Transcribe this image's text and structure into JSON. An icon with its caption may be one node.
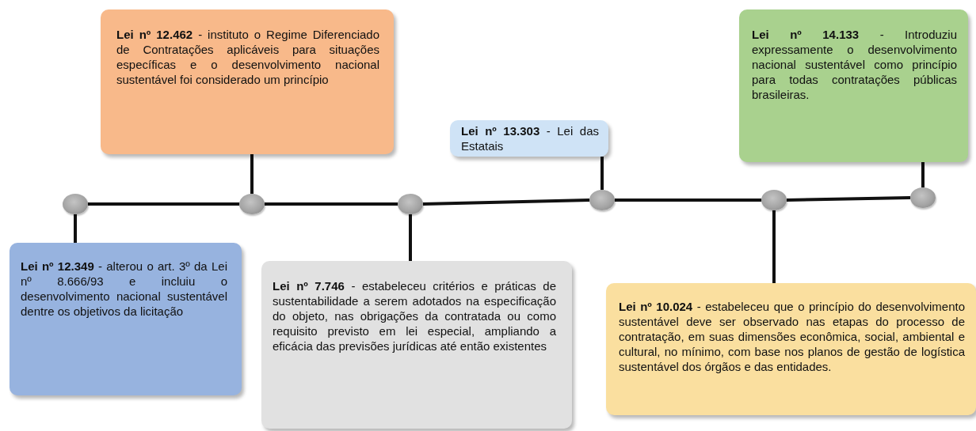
{
  "diagram": {
    "nodes": [
      {
        "text": [
          "**Lei nº 12.349** - alterou o art. 3º da Lei nº 8.666/93 e incluiu o desenvolvimento nacional sustentável dentre os objetivos da licitação"
        ]
      },
      {
        "text": [
          "**Lei nº 12.462** - instituto o Regime Diferenciado de Contratações aplicáveis para situações específicas e o desenvolvimento nacional sustentável foi considerado um princípio"
        ]
      },
      {
        "text": [
          "**Lei nº 7.746** - estabeleceu critérios e práticas de sustentabilidade a serem adotados na especificação do objeto, nas obrigações da contratada ou como requisito previsto em lei especial, ampliando a eficácia das previsões jurídicas até então existentes"
        ]
      },
      {
        "text": [
          "**Lei nº 13.303** - Lei das Estatais"
        ]
      },
      {
        "text": [
          "**Lei nº 10.024** - estabeleceu que o princípio do desenvolvimento sustentável deve ser observado nas etapas do processo de contratação, em suas dimensões econômica, social, ambiental e cultural, no mínimo, com base nos planos de gestão de logística sustentável dos órgãos e das entidades."
        ]
      },
      {
        "text": [
          "**Lei nº 14.133** - Introduziu expressamente o desenvolvimento nacional sustentável como princípio para todas contratações públicas brasileiras."
        ]
      },
      {
        "text": [],
        "shape": "circle"
      },
      {
        "text": [],
        "shape": "circle"
      },
      {
        "text": [],
        "shape": "circle"
      },
      {
        "text": [],
        "shape": "circle"
      },
      {
        "text": [],
        "shape": "circle"
      },
      {
        "text": [],
        "shape": "circle"
      }
    ],
    "edges": [
      {
        "from": 6,
        "to": 7,
        "arrow": "none"
      },
      {
        "from": 7,
        "to": 8,
        "arrow": "none"
      },
      {
        "from": 8,
        "to": 9,
        "arrow": "none"
      },
      {
        "from": 9,
        "to": 10,
        "arrow": "none"
      },
      {
        "from": 10,
        "to": 11,
        "arrow": "none"
      },
      {
        "from": 6,
        "to": 0,
        "arrow": "none"
      },
      {
        "from": 7,
        "to": 1,
        "arrow": "none"
      },
      {
        "from": 8,
        "to": 2,
        "arrow": "none"
      },
      {
        "from": 9,
        "to": 3,
        "arrow": "none"
      },
      {
        "from": 10,
        "to": 4,
        "arrow": "none"
      },
      {
        "from": 11,
        "to": 5,
        "arrow": "none"
      }
    ]
  }
}
